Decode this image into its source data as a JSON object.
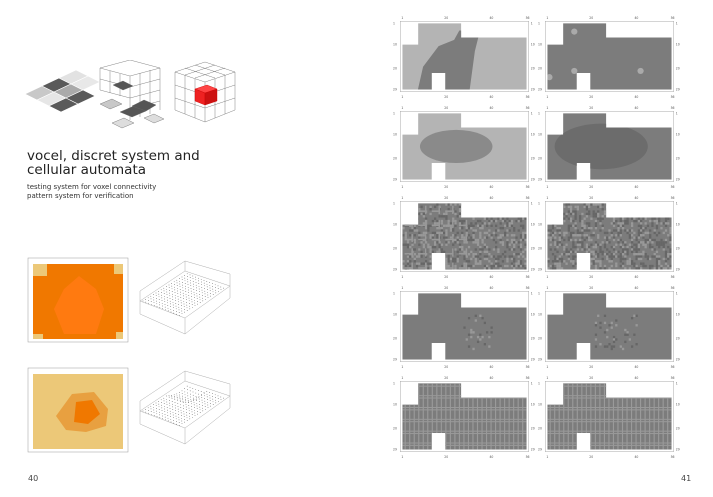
{
  "left_page": {
    "title": "vocel, discret system and cellular automata",
    "subtitle_lines": [
      "testing system for voxel connectivity",
      "pattern system for verification"
    ],
    "page_number": "40"
  },
  "right_page": {
    "page_number": "41"
  },
  "grid_axes": {
    "x_ticks": [
      "1",
      "20",
      "40",
      "56"
    ],
    "y_ticks": [
      "1",
      "10",
      "20",
      "29"
    ]
  },
  "colors": {
    "grey_light": "#b4b4b4",
    "grey_dark": "#7c7c7c",
    "orange": "#f07800",
    "orange_bright": "#ff7a10",
    "sand": "#ecc878",
    "red": "#ee2222"
  },
  "panels": [
    {
      "variant": "split"
    },
    {
      "variant": "dark_spots"
    },
    {
      "variant": "blob"
    },
    {
      "variant": "dark_blob"
    },
    {
      "variant": "cross"
    },
    {
      "variant": "noise"
    },
    {
      "variant": "flat_noise"
    },
    {
      "variant": "flat_noise2"
    },
    {
      "variant": "stripes"
    },
    {
      "variant": "stripes2"
    }
  ]
}
